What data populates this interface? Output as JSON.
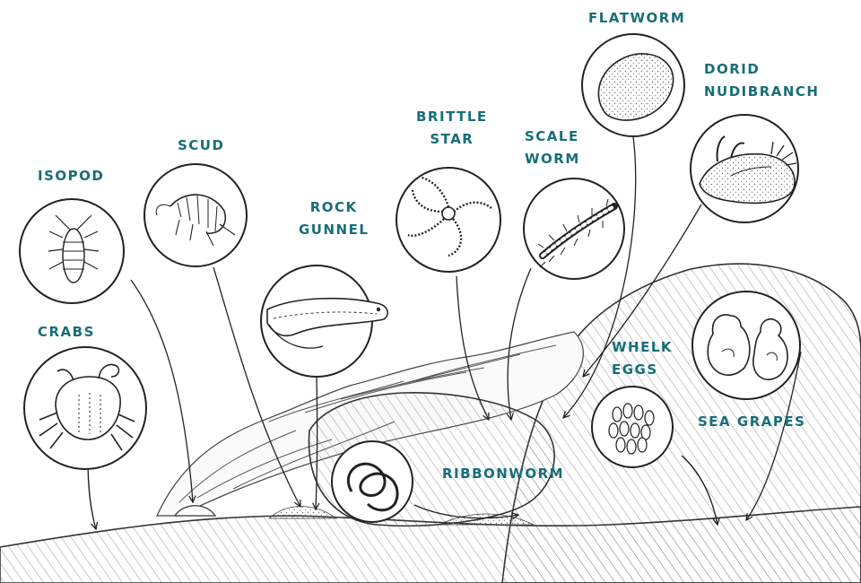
{
  "diagram": {
    "label_color": "#176e78",
    "line_color": "#222222",
    "organisms": [
      {
        "id": "isopod",
        "lines": [
          "ISOPOD"
        ],
        "icon": "isopod-icon"
      },
      {
        "id": "scud",
        "lines": [
          "SCUD"
        ],
        "icon": "amphipod-icon"
      },
      {
        "id": "rock-gunnel",
        "lines": [
          "ROCK",
          "GUNNEL"
        ],
        "icon": "fish-icon"
      },
      {
        "id": "brittle-star",
        "lines": [
          "BRITTLE",
          "STAR"
        ],
        "icon": "brittle-star-icon"
      },
      {
        "id": "scale-worm",
        "lines": [
          "SCALE",
          "WORM"
        ],
        "icon": "scale-worm-icon"
      },
      {
        "id": "flatworm",
        "lines": [
          "FLATWORM"
        ],
        "icon": "flatworm-icon"
      },
      {
        "id": "dorid-nudibranch",
        "lines": [
          "DORID",
          "NUDIBRANCH"
        ],
        "icon": "nudibranch-icon"
      },
      {
        "id": "crabs",
        "lines": [
          "CRABS"
        ],
        "icon": "crab-icon"
      },
      {
        "id": "ribbonworm",
        "lines": [
          "RIBBONWORM"
        ],
        "icon": "ribbon-worm-icon"
      },
      {
        "id": "whelk-eggs",
        "lines": [
          "WHELK",
          "EGGS"
        ],
        "icon": "whelk-eggs-icon"
      },
      {
        "id": "sea-grapes",
        "lines": [
          "SEA GRAPES"
        ],
        "icon": "sea-grapes-icon"
      }
    ]
  }
}
